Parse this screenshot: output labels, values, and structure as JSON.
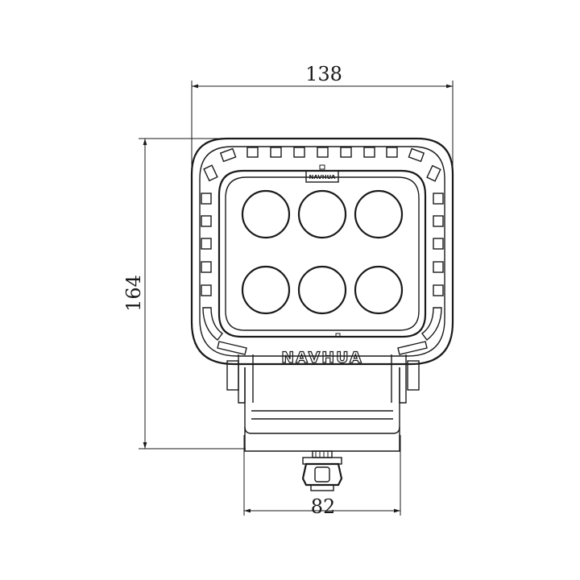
{
  "dimensions": {
    "width": "138",
    "height": "164",
    "base_width": "82"
  },
  "branding": {
    "logo_text": "NAVHUA",
    "small_logo_text": "NAVHUA"
  },
  "leds": {
    "rows": 2,
    "columns": 3
  }
}
